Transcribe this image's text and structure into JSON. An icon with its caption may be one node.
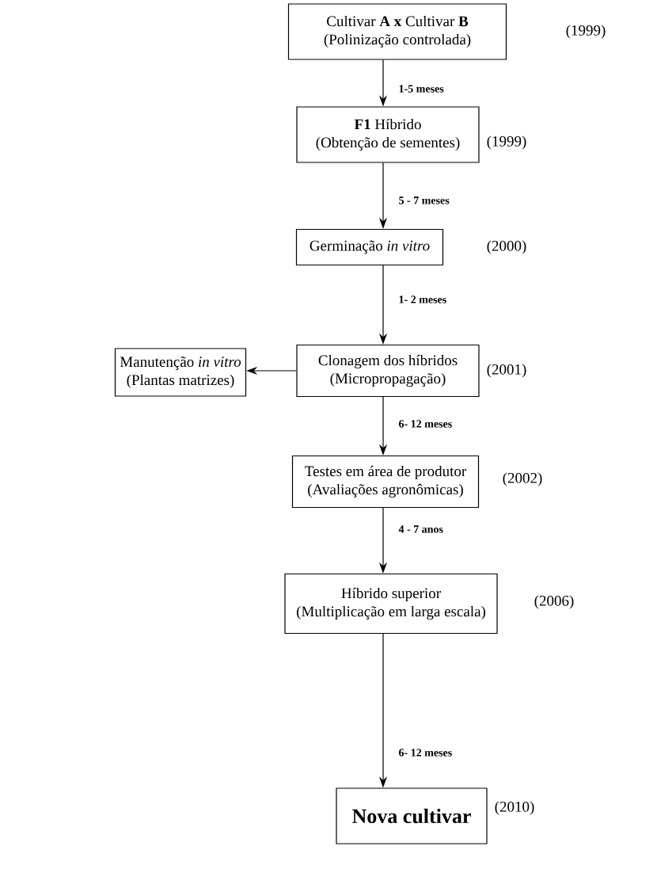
{
  "diagram": {
    "nodes": [
      {
        "text": [
          "Cultivar **A** **x** Cultivar **B**",
          "(Polinização controlada)"
        ],
        "beside": [
          "(1999)"
        ]
      },
      {
        "text": [
          "**F1** Híbrido",
          "(Obtenção de sementes)"
        ],
        "beside": [
          "(1999)"
        ]
      },
      {
        "text": [
          "Germinação *in vitro*"
        ],
        "beside": [
          "(2000)"
        ]
      },
      {
        "text": [
          "Manutenção *in vitro*",
          "(Plantas matrizes)"
        ]
      },
      {
        "text": [
          "Clonagem dos híbridos",
          "(Micropropagação)"
        ],
        "beside": [
          "(2001)"
        ]
      },
      {
        "text": [
          "Testes em área de produtor",
          "(Avaliações agronômicas)"
        ],
        "beside": [
          "(2002)"
        ]
      },
      {
        "text": [
          "Híbrido superior",
          "(Multiplicação em larga escala)"
        ],
        "beside": [
          "(2006)"
        ]
      },
      {
        "text": [
          "Nova cultivar"
        ],
        "beside": [
          "(2010)"
        ]
      }
    ],
    "edges": [
      {
        "from": 0,
        "to": 1,
        "arrow": "to",
        "label": "1-5 meses"
      },
      {
        "from": 1,
        "to": 2,
        "arrow": "to",
        "label": "5 - 7 meses"
      },
      {
        "from": 2,
        "to": 4,
        "arrow": "to",
        "label": "1- 2 meses"
      },
      {
        "from": 4,
        "to": 3,
        "arrow": "to"
      },
      {
        "from": 4,
        "to": 5,
        "arrow": "to",
        "label": "6- 12 meses"
      },
      {
        "from": 5,
        "to": 6,
        "arrow": "to",
        "label": "4 - 7 anos"
      },
      {
        "from": 6,
        "to": 7,
        "arrow": "to",
        "label": "6- 12 meses"
      }
    ]
  }
}
